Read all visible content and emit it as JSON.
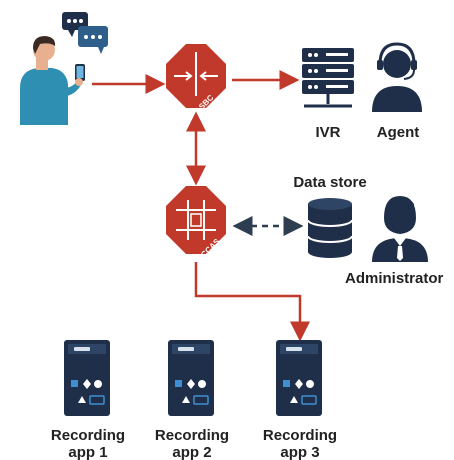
{
  "nodes": {
    "sbc": "SBC",
    "occas": "OCCAS",
    "ivr": "IVR",
    "agent": "Agent",
    "data_store": "Data store",
    "administrator": "Administrator",
    "recording_apps": [
      {
        "line1": "Recording",
        "line2": "app 1"
      },
      {
        "line1": "Recording",
        "line2": "app 2"
      },
      {
        "line1": "Recording",
        "line2": "app 3"
      }
    ]
  },
  "colors": {
    "accent_red": "#c0392b",
    "navy": "#1f2f49",
    "dashed_link": "#2c3e50",
    "skin": "#e8b08f",
    "shirt": "#2e8fb3",
    "label_text": "#222222"
  },
  "icons": [
    "chat-bubbles-icon",
    "person-phone-icon",
    "server-icon",
    "headset-agent-icon",
    "database-icon",
    "administrator-icon",
    "recording-device-icon"
  ]
}
